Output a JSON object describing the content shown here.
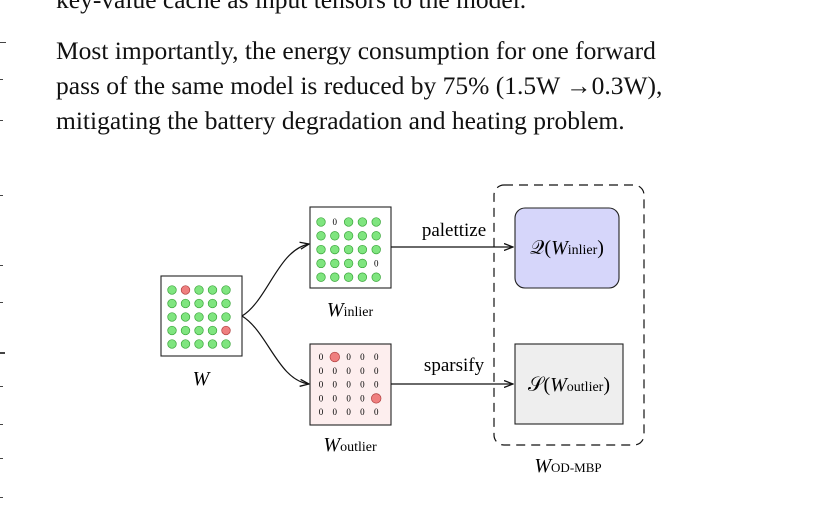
{
  "paragraph": {
    "line0": "key-value cache as input tensors to the model.",
    "line1": "Most importantly, the energy consumption for one forward",
    "line2": "pass of the same model is reduced by 75% (1.5W →0.3W),",
    "line3": "mitigating the battery degradation and heating problem."
  },
  "figure": {
    "w_label": "W",
    "inlier_label_main": "W",
    "inlier_label_sub": "inlier",
    "outlier_label_main": "W",
    "outlier_label_sub": "outlier",
    "arrow_top_label": "palettize",
    "arrow_bottom_label": "sparsify",
    "q_box_func": "𝒬(",
    "q_box_main": "W",
    "q_box_sub": "inlier",
    "q_box_close": ")",
    "s_box_func": "𝒮(",
    "s_box_main": "W",
    "s_box_sub": "outlier",
    "s_box_close": ")",
    "group_label_main": "W",
    "group_label_sub": "OD-MBP",
    "zero_glyph": "0"
  },
  "colors": {
    "inlier_fill": "#7fe57f",
    "outlier_fill": "#ef7f7f",
    "q_box_fill": "#d6d6fa",
    "s_box_fill": "#eeeeee",
    "outlier_matrix_fill": "#fdeeee"
  }
}
